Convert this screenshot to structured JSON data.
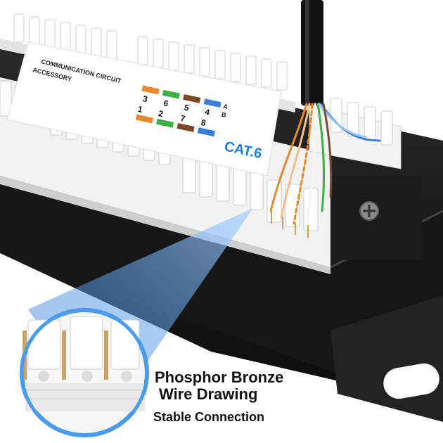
{
  "product": {
    "label_line1": "COMMUNICATION CIRCUIT",
    "label_line2": "ACCESSORY",
    "category_label": "CAT.6",
    "pin_numbers_top": [
      "3",
      "6",
      "5",
      "4"
    ],
    "pin_numbers_bottom": [
      "1",
      "2",
      "7",
      "8"
    ],
    "scheme_letters": [
      "A",
      "B"
    ]
  },
  "captions": {
    "line1": "Phosphor Bronze",
    "line2": "Wire Drawing",
    "line3": "Stable Connection"
  },
  "colors": {
    "accent_blue": "#1e7fe0",
    "panel_black": "#1a1a1a",
    "connector_white": "#f2f2f2",
    "wire_orange": "#e8892e",
    "wire_green": "#3fae49",
    "wire_blue": "#3a7fd8",
    "wire_brown": "#7a4a2a",
    "contact_bronze": "#c9a36a"
  }
}
